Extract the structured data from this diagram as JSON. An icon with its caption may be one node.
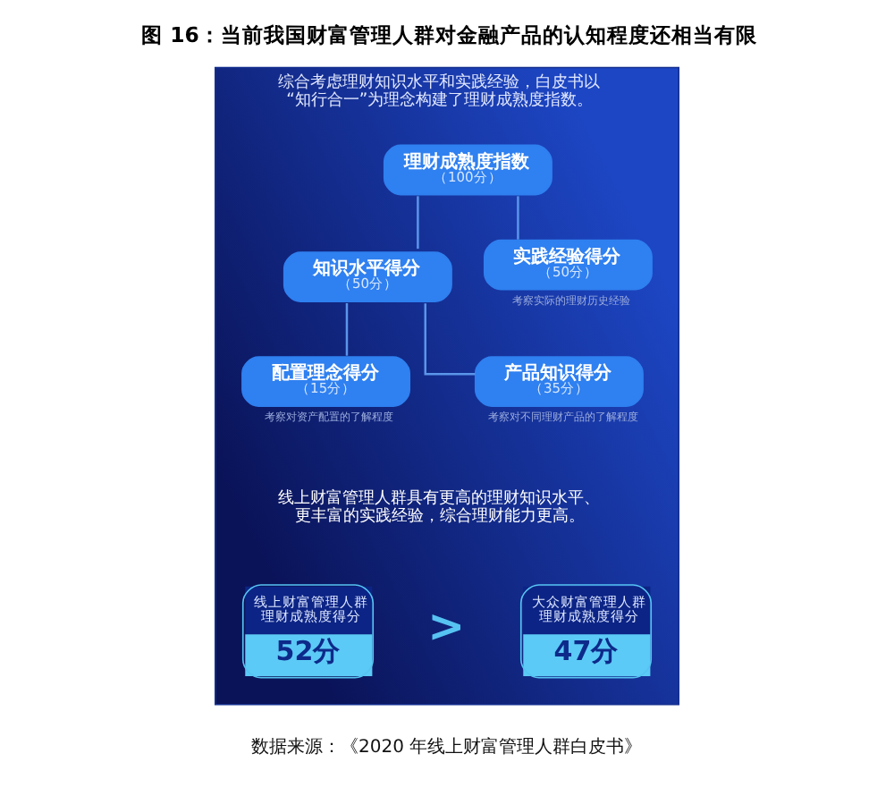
{
  "diagram": {
    "title": "图 16：当前我国财富管理人群对金融产品的认知程度还相当有限",
    "caption": "数据来源：《2020 年线上财富管理人群白皮书》",
    "nodes": [
      {
        "text": [
          "综合考虑理财知识水平和实践经验，白皮书以“知行合一”为理念构建了理财成熟度指数。"
        ]
      },
      {
        "text": [
          "理财成熟度指数",
          "（100分）"
        ],
        "in": 0
      },
      {
        "text": [
          "知识水平得分",
          "（50分）"
        ],
        "in": 0
      },
      {
        "text": [
          "实践经验得分",
          "（50分）"
        ],
        "in": 0,
        "beside": [
          "考察实际的理财历史经验"
        ]
      },
      {
        "text": [
          "配置理念得分",
          "（15分）"
        ],
        "in": 0,
        "beside": [
          "考察对资产配置的了解程度"
        ]
      },
      {
        "text": [
          "产品知识得分",
          "（35分）"
        ],
        "in": 0,
        "beside": [
          "考察对不同理财产品的了解程度"
        ]
      },
      {
        "text": [
          "线上财富管理人群理财成熟度得分",
          "52分"
        ],
        "in": 0
      },
      {
        "text": [
          "大众财富管理人群理财成熟度得分",
          "47分"
        ],
        "in": 0
      }
    ],
    "edges": [
      {
        "from": 1,
        "to": 2,
        "arrow": "none"
      },
      {
        "from": 1,
        "to": 3,
        "arrow": "none"
      },
      {
        "from": 2,
        "to": 4,
        "arrow": "none"
      },
      {
        "from": 2,
        "to": 5,
        "arrow": "none"
      }
    ],
    "labels": [
      "线上财富管理人群具有更高的理财知识水平、更丰富的实践经验，综合理财能力更高。",
      ">"
    ]
  }
}
